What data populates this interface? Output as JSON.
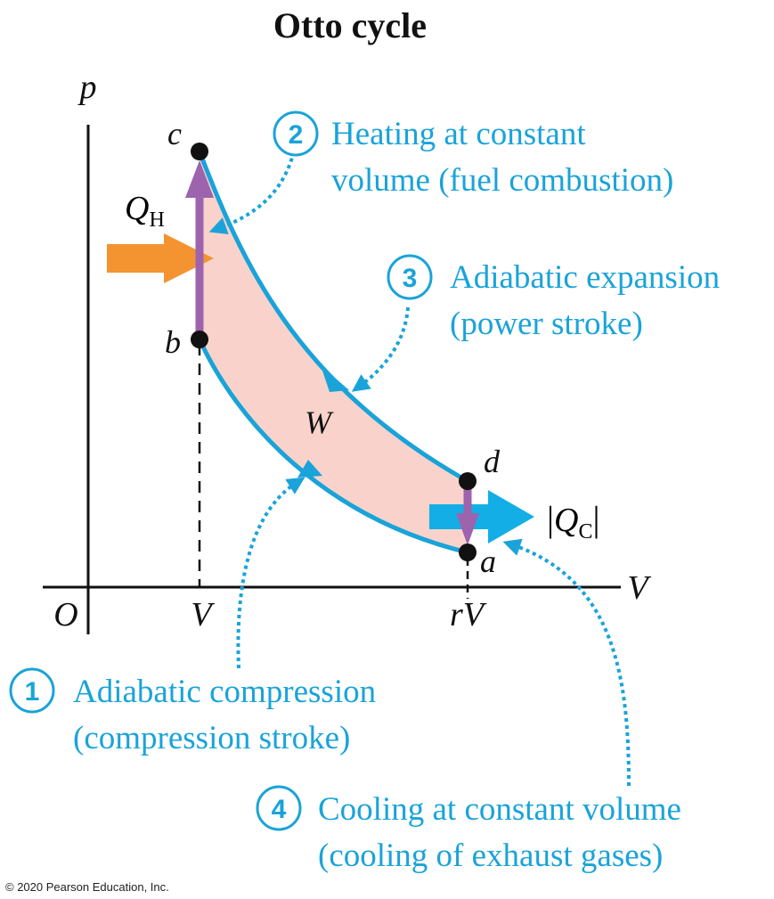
{
  "title": "Otto cycle",
  "axes": {
    "y_label": "p",
    "x_label": "V",
    "origin_label": "O",
    "x_tick_V": "V",
    "x_tick_rV": "rV"
  },
  "points": {
    "a": "a",
    "b": "b",
    "c": "c",
    "d": "d"
  },
  "work_label": "W",
  "heat_in": {
    "symbol": "Q",
    "subscript": "H"
  },
  "heat_out": {
    "bar_left": "|",
    "symbol": "Q",
    "subscript": "C",
    "bar_right": "|"
  },
  "steps": [
    {
      "number": "1",
      "line1": "Adiabatic compression",
      "line2": "(compression stroke)"
    },
    {
      "number": "2",
      "line1": "Heating at constant",
      "line2": "volume (fuel combustion)"
    },
    {
      "number": "3",
      "line1": "Adiabatic expansion",
      "line2": "(power stroke)"
    },
    {
      "number": "4",
      "line1": "Cooling at constant volume",
      "line2": "(cooling of exhaust gases)"
    }
  ],
  "credit": "© 2020 Pearson Education, Inc.",
  "colors": {
    "curve": "#1aa3d9",
    "fill": "#f9d3cb",
    "purple": "#9d63ad",
    "orange": "#f39431",
    "cyan_arrow": "#14aee6",
    "text": "#111111"
  }
}
